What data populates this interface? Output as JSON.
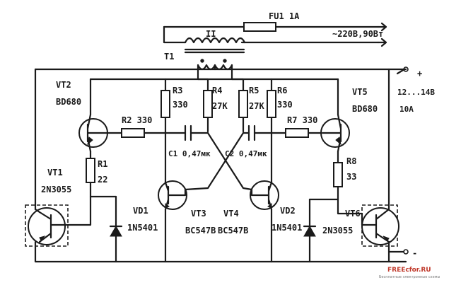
{
  "labels": {
    "fuse": "FU1 1A",
    "mains": "~220В,90Вт",
    "winding_ii": "II",
    "transformer": "T1",
    "plus": "+",
    "supply_v": "12...14В",
    "supply_a": "10А",
    "minus": "-",
    "vt2": "VT2",
    "vt2_type": "BD680",
    "vt5": "VT5",
    "vt5_type": "BD680",
    "r2": "R2 330",
    "r7": "R7 330",
    "r3": "R3",
    "r3_val": "330",
    "r4": "R4",
    "r4_val": "27К",
    "r5": "R5",
    "r5_val": "27К",
    "r6": "R6",
    "r6_val": "330",
    "c1": "C1 0,47мк",
    "c2": "C2 0,47мк",
    "r1": "R1",
    "r1_val": "22",
    "r8": "R8",
    "r8_val": "33",
    "vt1": "VT1",
    "vt1_type": "2N3055",
    "vt6": "VT6",
    "vt6_type": "2N3055",
    "vd1": "VD1",
    "vd1_type": "1N5401",
    "vd2": "VD2",
    "vd2_type": "1N5401",
    "vt3": "VT3",
    "vt3_type": "BC547B",
    "vt4": "VT4",
    "vt4_type": "BC547B"
  },
  "watermark": {
    "brand": "FREEcfor.RU",
    "tagline": "Бесплатные электронные схемы"
  }
}
